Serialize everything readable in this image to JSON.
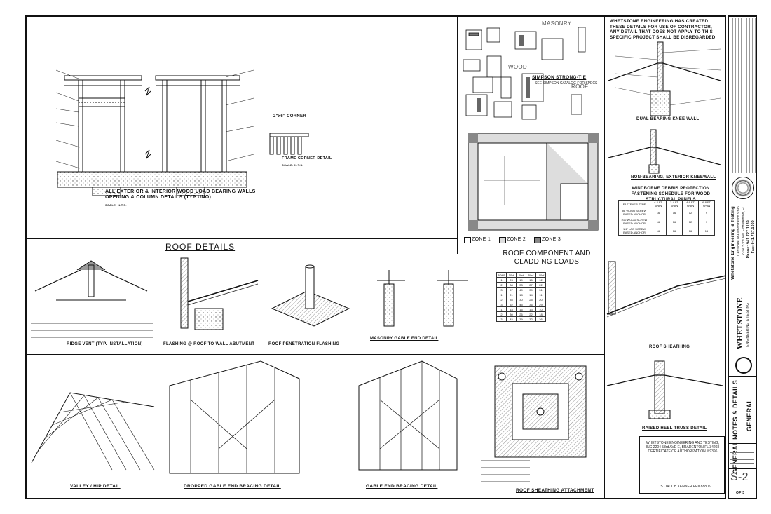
{
  "sheet": {
    "section_title": "ROOF DETAILS",
    "disclaimer": "WHETSTONE ENGINEERING HAS CREATED THESE DETAILS FOR USE OF CONTRACTOR, ANY DETAIL THAT DOES NOT APPLY TO THIS SPECIFIC PROJECT SHALL BE DISREGARDED."
  },
  "details": {
    "wall_opening": "ALL EXTERIOR & INTERIOR WOOD LOAD BEARING WALLS OPENING & COLUMN DETAILS (TYP UNO)",
    "frame_corner_top": "2\"x6\" CORNER",
    "frame_corner": "FRAME CORNER DETAIL",
    "masonry": "MASONRY",
    "wood": "WOOD",
    "roof": "ROOF",
    "simpson": "SIMPSON STRONG-TIE",
    "simpson_sub": "SEE SIMPSON CATALOG FOR SPECS",
    "zone1": "ZONE 1",
    "zone2": "ZONE 2",
    "zone3": "ZONE 3",
    "roof_loads": "ROOF COMPONENT AND CLADDING LOADS",
    "dual_bearing": "DUAL BEARING KNEE WALL",
    "non_bearing": "NON-BEARING, EXTERIOR KNEEWALL",
    "windborne": "WINDBORNE DEBRIS PROTECTION FASTENING SCHEDULE FOR WOOD STRUCTURAL PANELS",
    "ridge_vent": "RIDGE VENT (TYP. INSTALLATION)",
    "flashing": "FLASHING @ ROOF TO WALL ABUTMENT",
    "penetration": "ROOF PENETRATION FLASHING",
    "masonry_gable": "MASONRY GABLE END DETAIL",
    "roof_sheathing": "ROOF SHEATHING",
    "valley_hip": "VALLEY / HIP DETAIL",
    "dropped_gable": "DROPPED GABLE END BRACING DETAIL",
    "gable_bracing": "GABLE END BRACING DETAIL",
    "sheathing_attach": "ROOF SHEATHING ATTACHMENT",
    "raised_heel": "RAISED HEEL TRUSS DETAIL",
    "scale": "SCALE: N.T.S."
  },
  "windborne_table": {
    "headers": [
      "FASTENER TYPE",
      "< 2 FT SPAN",
      "2-4 FT SPAN",
      "4-6 FT SPAN",
      "6-8 FT SPAN"
    ],
    "rows": [
      [
        "#8 WOOD SCREW BASED ANCHOR",
        "16",
        "16",
        "12",
        "9"
      ],
      [
        "#10 WOOD SCREW BASED ANCHOR",
        "16",
        "16",
        "12",
        "9"
      ],
      [
        "1/4\" LAG SCREW BASED ANCHOR",
        "16",
        "16",
        "16",
        "16"
      ]
    ]
  },
  "loads_table": {
    "header": [
      "ZONE",
      "10sf",
      "20sf",
      "50sf",
      "100sf"
    ],
    "rows": [
      [
        "1",
        "23",
        "19",
        "15",
        "12"
      ],
      [
        "2",
        "38",
        "33",
        "27",
        "22"
      ],
      [
        "3",
        "57",
        "49",
        "39",
        "31"
      ],
      [
        "1",
        "21",
        "18",
        "14",
        "11"
      ],
      [
        "2",
        "35",
        "30",
        "25",
        "20"
      ],
      [
        "3",
        "52",
        "45",
        "36",
        "29"
      ],
      [
        "1",
        "18",
        "16",
        "13",
        "10"
      ],
      [
        "2",
        "30",
        "26",
        "22",
        "18"
      ],
      [
        "3",
        "45",
        "39",
        "32",
        "26"
      ]
    ]
  },
  "title_block": {
    "company": "Whetstone Engineering & Testing",
    "certificate": "Certificate of Authorization 9396",
    "address": "2204 53rd Ave E Bradenton, FL",
    "phone": "Phone: 941.727.1139",
    "fax": "Fax: 941.727.1099",
    "logo": "WHETSTONE",
    "logo_sub": "ENGINEERING & TESTING",
    "sheet_title": "GENERAL NOTES & DETAILS",
    "sheet_sub": "GENERAL",
    "sheet_no": "S-2",
    "of": "OF 3",
    "stamp_text": "WHETSTONE ENGINEERING AND TESTING, INC 2204 53rd AVE E, BRADENTON FL 34203 CERTIFICATE OF AUTHORIZATION # 9396",
    "engineer": "S. JACOB KENNER PE# 88805"
  },
  "colors": {
    "line": "#111111",
    "hatch": "#999999",
    "zone1": "#ffffff",
    "zone2": "#dddddd",
    "zone3": "#aaaaaa"
  }
}
